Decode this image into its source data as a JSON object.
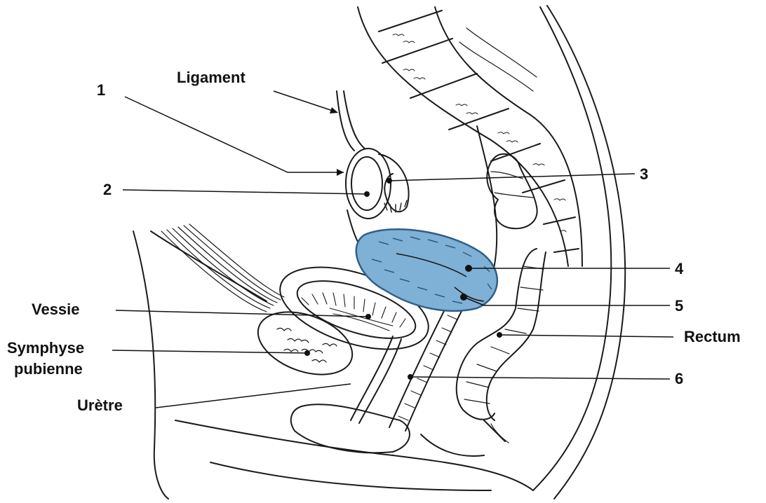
{
  "labels": {
    "l1": "1",
    "l2": "2",
    "l3": "3",
    "l4": "4",
    "l5": "5",
    "l6": "6",
    "ligament": "Ligament",
    "vessie": "Vessie",
    "symphyse_line1": "Symphyse",
    "symphyse_line2": "pubienne",
    "uretre": "Urètre",
    "rectum": "Rectum"
  },
  "colors": {
    "highlight_organ": "#7fb0d6",
    "highlight_stroke": "#2f5f86",
    "ink": "#1a1a1a",
    "background": "#ffffff"
  }
}
